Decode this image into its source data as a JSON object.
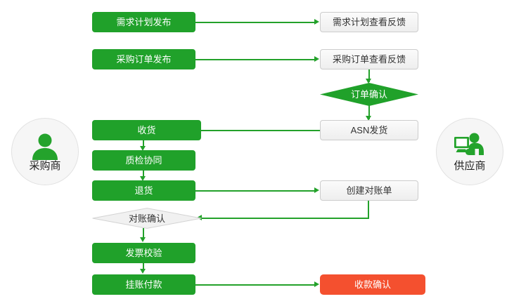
{
  "colors": {
    "green": "#20a12a",
    "connector_green": "#23a12a",
    "grey_fill": "#f4f4f4",
    "grey_border": "#cccccc",
    "red": "#f4502f",
    "circle_fill": "#f6f6f6",
    "background": "#ffffff"
  },
  "roles": {
    "buyer": {
      "label": "采购商",
      "icon": "person-icon"
    },
    "supplier": {
      "label": "供应商",
      "icon": "person-at-computer-icon"
    }
  },
  "nodes": {
    "demand_plan_publish": {
      "label": "需求计划发布",
      "shape": "box",
      "style": "green"
    },
    "demand_plan_view": {
      "label": "需求计划查看反馈",
      "shape": "box",
      "style": "grey"
    },
    "purchase_order_publish": {
      "label": "采购订单发布",
      "shape": "box",
      "style": "green"
    },
    "purchase_order_view": {
      "label": "采购订单查看反馈",
      "shape": "box",
      "style": "grey"
    },
    "order_confirm": {
      "label": "订单确认",
      "shape": "diamond",
      "style": "green"
    },
    "asn_shipment": {
      "label": "ASN发货",
      "shape": "box",
      "style": "grey"
    },
    "receive_goods": {
      "label": "收货",
      "shape": "box",
      "style": "green"
    },
    "quality_collab": {
      "label": "质检协同",
      "shape": "box",
      "style": "green"
    },
    "return_goods": {
      "label": "退货",
      "shape": "box",
      "style": "green"
    },
    "create_statement": {
      "label": "创建对账单",
      "shape": "box",
      "style": "grey"
    },
    "statement_confirm": {
      "label": "对账确认",
      "shape": "diamond",
      "style": "grey"
    },
    "invoice_check": {
      "label": "发票校验",
      "shape": "box",
      "style": "green"
    },
    "payable_payment": {
      "label": "挂账付款",
      "shape": "box",
      "style": "green"
    },
    "receipt_confirm": {
      "label": "收款确认",
      "shape": "box",
      "style": "red"
    }
  },
  "flows": [
    {
      "from": "demand_plan_publish",
      "to": "demand_plan_view"
    },
    {
      "from": "purchase_order_publish",
      "to": "purchase_order_view"
    },
    {
      "from": "purchase_order_view",
      "to": "order_confirm"
    },
    {
      "from": "order_confirm",
      "to": "asn_shipment"
    },
    {
      "from": "asn_shipment",
      "to": "receive_goods"
    },
    {
      "from": "receive_goods",
      "to": "quality_collab"
    },
    {
      "from": "quality_collab",
      "to": "return_goods"
    },
    {
      "from": "return_goods",
      "to": "create_statement"
    },
    {
      "from": "create_statement",
      "to": "statement_confirm"
    },
    {
      "from": "statement_confirm",
      "to": "invoice_check"
    },
    {
      "from": "invoice_check",
      "to": "payable_payment"
    },
    {
      "from": "payable_payment",
      "to": "receipt_confirm"
    }
  ]
}
